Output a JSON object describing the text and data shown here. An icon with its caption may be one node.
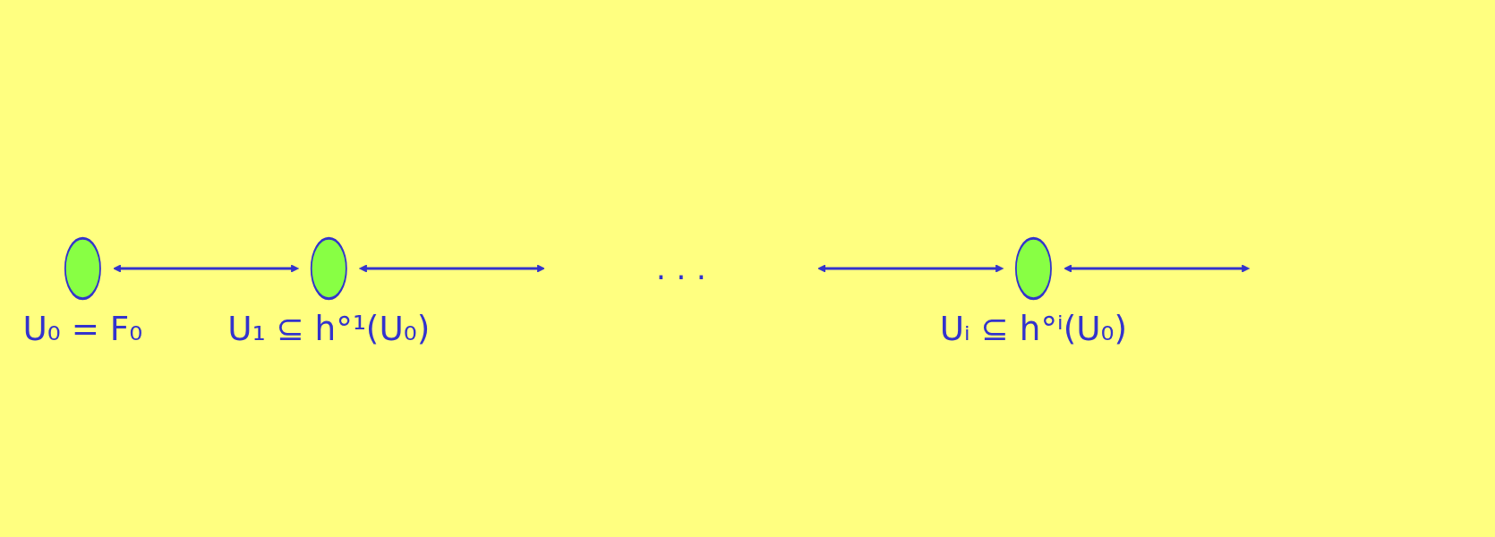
{
  "diagram": {
    "nodes": [
      {
        "text": [],
        "shape": "ellipse",
        "beside": [
          "U₀ = F₀"
        ]
      },
      {
        "text": [],
        "shape": "ellipse",
        "beside": [
          "U₁ ⊆ h°¹(U₀)"
        ]
      },
      {
        "text": [
          ". . ."
        ]
      },
      {
        "text": [],
        "shape": "ellipse",
        "beside": [
          "Uᵢ ⊆ h°ⁱ(U₀)"
        ]
      }
    ],
    "edges": [
      {
        "from": 0,
        "to": 1,
        "arrow": "both"
      },
      {
        "from": 1,
        "to": 2,
        "arrow": "both"
      },
      {
        "from": 2,
        "to": 3,
        "arrow": "both"
      },
      {
        "from": 3,
        "to": null,
        "arrow": "both"
      }
    ]
  }
}
